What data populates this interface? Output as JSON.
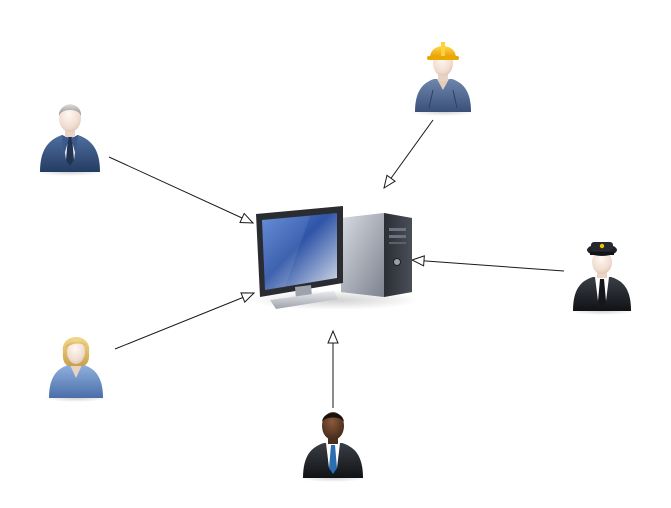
{
  "diagram": {
    "type": "actor-to-computer",
    "background": "#ffffff",
    "hub": {
      "icon": "desktop-computer-icon"
    },
    "actors": [
      {
        "id": "businessman-gray-hair",
        "icon": "businessman-icon",
        "arrow": "toward-computer"
      },
      {
        "id": "construction-worker",
        "icon": "construction-worker-icon",
        "arrow": "toward-computer"
      },
      {
        "id": "pilot",
        "icon": "pilot-icon",
        "arrow": "toward-computer"
      },
      {
        "id": "businesswoman",
        "icon": "businesswoman-icon",
        "arrow": "toward-computer"
      },
      {
        "id": "businessman-dark-skin",
        "icon": "businessman-dark-icon",
        "arrow": "toward-computer"
      }
    ],
    "colors": {
      "suit_blue": "#2f4f7c",
      "suit_dark": "#1c1f24",
      "shirt": "#6a8fc4",
      "helmet": "#f5b800",
      "monitor_frame": "#2a2c31",
      "screen": "#3a5fb0",
      "tower": "#3b3e46",
      "arrow": "#1a1a1a"
    }
  }
}
